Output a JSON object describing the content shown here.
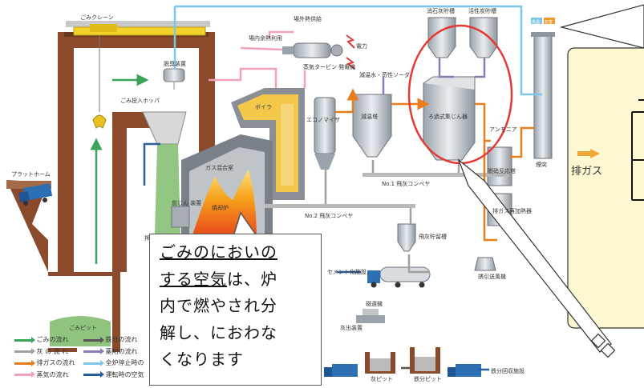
{
  "labels": {
    "crane": "ごみクレーン",
    "deodorizer": "脱臭装置",
    "hopper": "ごみ投入ホッパ",
    "platform": "プラットホーム",
    "pit": "ごみピット",
    "outside_heat": "場外熱供給",
    "inside_heat": "場内余熱利用",
    "turbine": "蒸気タービン\n発電機",
    "power": "電力",
    "slaked_lime": "消石灰貯槽",
    "activated_carbon": "活性炭貯槽",
    "stack": "煙突",
    "cooling": "減温水・苛性ソーダ",
    "economizer": "エコノマイザ",
    "cooler": "減温塔",
    "bag_filter": "ろ過式集じん器",
    "ammonia": "アンモニア",
    "denox": "脱硝反応塔",
    "boiler": "ボイラ",
    "gas_chamber": "ガス混合室",
    "furnace": "焼却炉",
    "pre_dust": "前じん\n装置",
    "conveyor1": "No.1 飛灰コンベヤ",
    "conveyor2": "No.2 飛灰コンベヤ",
    "fly_ash_tank": "飛灰貯留槽",
    "reheater": "排ガス再加熱器",
    "fan": "誘引送風機",
    "cement": "セメント化施設",
    "magnet": "磁選機",
    "ash_out": "灰出装置",
    "ash_pit": "灰ピット",
    "iron_pit": "鉄分ピット",
    "iron_recovery": "鉄分回収施設",
    "badge_left": "高温",
    "badge_right": "有害",
    "exhaust_gas": "排ガス",
    "push": "押"
  },
  "legend": [
    {
      "label": "ごみの流れ",
      "color": "#3aa55a"
    },
    {
      "label": "灰 の 流 れ",
      "color": "#a0a0a0"
    },
    {
      "label": "排ガスの流れ",
      "color": "#e77d1e"
    },
    {
      "label": "蒸気の流れ",
      "color": "#f2a1b6"
    },
    {
      "label": "鉄分の流れ",
      "color": "#555555"
    },
    {
      "label": "薬剤の流れ",
      "color": "#8a7bb0"
    },
    {
      "label": "全炉停止時の",
      "color": "#7cc7e8"
    },
    {
      "label": "運転時の空気",
      "color": "#2a5f9e"
    }
  ],
  "callout": {
    "line1": "ごみのにおいの",
    "line2a": "する空気",
    "line2b": "は、炉",
    "line3": "内で燃やされ分",
    "line4": "解し、におわな",
    "line5": "くなります"
  }
}
